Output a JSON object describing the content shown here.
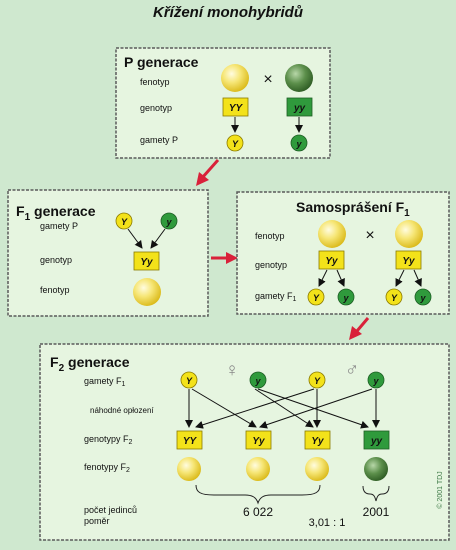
{
  "title": "Křížení monohybridů",
  "p_box": {
    "heading": "P generace",
    "labels": {
      "phenotype": "fenotyp",
      "genotype": "genotyp",
      "gametes": "gamety P"
    },
    "cross": "×",
    "genotypes": [
      "YY",
      "yy"
    ],
    "gametes": [
      "Y",
      "y"
    ]
  },
  "f1_box": {
    "heading_main": "F",
    "heading_sub": "1",
    "heading_rest": " generace",
    "labels": {
      "gametes": "gamety P",
      "genotype": "genotyp",
      "phenotype": "fenotyp"
    },
    "gametes": [
      "Y",
      "y"
    ],
    "genotype": "Yy"
  },
  "self_box": {
    "heading_main": "Samosprášení F",
    "heading_sub": "1",
    "labels": {
      "phenotype": "fenotyp",
      "genotype": "genotyp",
      "gametes_main": "gamety F",
      "gametes_sub": "1"
    },
    "cross": "×",
    "genotypes": [
      "Yy",
      "Yy"
    ],
    "gametes": [
      "Y",
      "y",
      "Y",
      "y"
    ]
  },
  "f2_box": {
    "heading_main": "F",
    "heading_sub": "2",
    "heading_rest": " generace",
    "symbols": {
      "female": "♀",
      "male": "♂"
    },
    "labels": {
      "gametes_main": "gamety F",
      "gametes_sub": "1",
      "random": "náhodné opłození",
      "genotypes_main": "genotypy F",
      "genotypes_sub": "2",
      "phenotypes_main": "fenotypy F",
      "phenotypes_sub": "2",
      "count": "počet jedinců",
      "ratio": "poměr"
    },
    "gametes": [
      "Y",
      "y",
      "Y",
      "y"
    ],
    "genotypes": [
      "YY",
      "Yy",
      "Yy",
      "yy"
    ],
    "count_yellow": "6 022",
    "count_green": "2001",
    "ratio": "3,01 : 1"
  },
  "watermark": "© 2001 TDJ",
  "colors": {
    "background": "#cfe8cf",
    "box": "#e6f5e0",
    "yellow": "#f3e21a",
    "green": "#2f9a3c",
    "arrow_red": "#d9213a"
  }
}
